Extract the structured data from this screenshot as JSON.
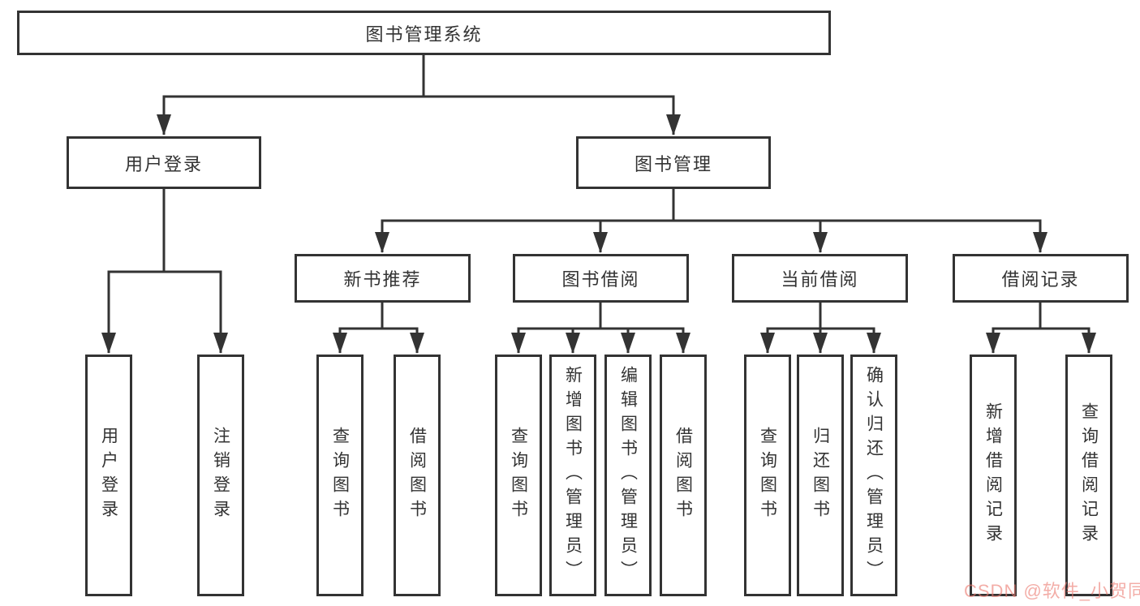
{
  "diagram": {
    "type": "hierarchy-tree",
    "root": {
      "label": "图书管理系统"
    },
    "level2": [
      {
        "label": "用户登录"
      },
      {
        "label": "图书管理"
      }
    ],
    "level3": [
      {
        "label": "新书推荐"
      },
      {
        "label": "图书借阅"
      },
      {
        "label": "当前借阅"
      },
      {
        "label": "借阅记录"
      }
    ],
    "leaves": [
      {
        "label": "用户登录"
      },
      {
        "label": "注销登录"
      },
      {
        "label": "查询图书"
      },
      {
        "label": "借阅图书"
      },
      {
        "label": "查询图书"
      },
      {
        "label": "新增图书（管理员）"
      },
      {
        "label": "编辑图书（管理员）"
      },
      {
        "label": "借阅图书"
      },
      {
        "label": "查询图书"
      },
      {
        "label": "归还图书"
      },
      {
        "label": "确认归还（管理员）"
      },
      {
        "label": "新增借阅记录"
      },
      {
        "label": "查询借阅记录"
      }
    ]
  },
  "watermark": {
    "text": "CSDN @软件_小贺同学",
    "color": "#ec7a71"
  },
  "colors": {
    "line": "#333333",
    "box_border": "#333333",
    "text": "#333333",
    "background": "#ffffff"
  }
}
